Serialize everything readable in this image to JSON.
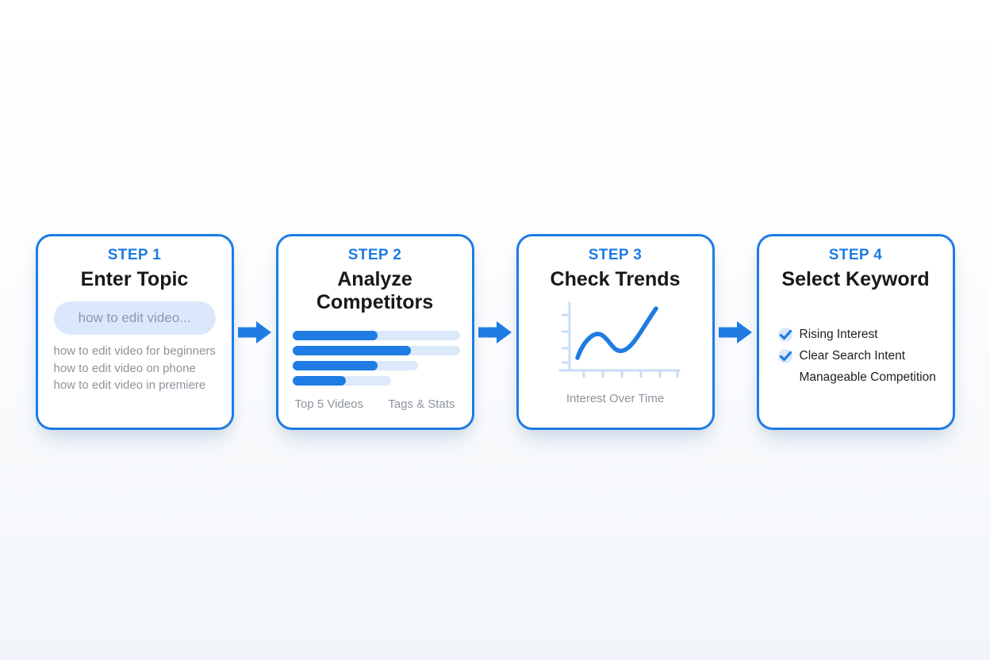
{
  "colors": {
    "accent": "#1e7ce2",
    "accent_soft": "#dbe8fb",
    "bar_track": "#dbe9fb",
    "axis": "#c8ddf6",
    "title_text": "#17181a",
    "muted_text": "#8d939c"
  },
  "steps": [
    {
      "label": "STEP 1",
      "title": "Enter Topic",
      "search_value": "how to edit video...",
      "suggestions": [
        "how to edit video for beginners",
        "how to edit video on phone",
        "how to edit video in premiere"
      ]
    },
    {
      "label": "STEP 2",
      "title": "Analyze Competitors",
      "bars": [
        {
          "track_pct": 100,
          "fill_pct": 51
        },
        {
          "track_pct": 100,
          "fill_pct": 71
        },
        {
          "track_pct": 75,
          "fill_pct": 51
        },
        {
          "track_pct": 59,
          "fill_pct": 32
        }
      ],
      "caption_left": "Top 5 Videos",
      "caption_right": "Tags & Stats"
    },
    {
      "label": "STEP 3",
      "title": "Check Trends",
      "caption": "Interest Over Time",
      "trend_shape": "rises to a local peak, dips, then rises steeply"
    },
    {
      "label": "STEP 4",
      "title": "Select Keyword",
      "checklist": [
        {
          "text": "Rising Interest",
          "checked": true
        },
        {
          "text": "Clear Search Intent",
          "checked": true
        },
        {
          "text": "Manageable Competition",
          "checked": false
        }
      ]
    }
  ],
  "chart_data": [
    {
      "type": "bar",
      "title": "Top 5 Videos comparison (unlabeled)",
      "categories": [
        "video 1",
        "video 2",
        "video 3",
        "video 4"
      ],
      "values": [
        51,
        71,
        51,
        32
      ],
      "track_lengths": [
        100,
        100,
        75,
        59
      ],
      "xlabel": "",
      "ylabel": "",
      "legend": false,
      "grid": false
    },
    {
      "type": "line",
      "title": "Interest Over Time (unlabeled axes)",
      "x": [
        0,
        0.25,
        0.55,
        1
      ],
      "y": [
        0.2,
        0.55,
        0.3,
        0.95
      ],
      "xlabel": "",
      "ylabel": "",
      "legend": false,
      "grid": false
    }
  ]
}
